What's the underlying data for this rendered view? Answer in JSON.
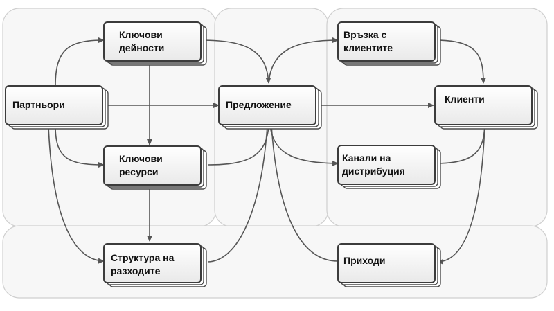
{
  "diagram": {
    "nodes": {
      "partners": {
        "lines": [
          "Партньори"
        ]
      },
      "key_activities": {
        "lines": [
          "Ключови",
          "дейности"
        ]
      },
      "key_resources": {
        "lines": [
          "Ключови",
          "ресурси"
        ]
      },
      "cost_structure": {
        "lines": [
          "Структура на",
          "разходите"
        ]
      },
      "value_proposition": {
        "lines": [
          "Предложение"
        ]
      },
      "customer_relationships": {
        "lines": [
          "Връзка с",
          "клиентите"
        ]
      },
      "channels": {
        "lines": [
          "Канали на",
          "дистрибуция"
        ]
      },
      "customer_segments": {
        "lines": [
          "Клиенти"
        ]
      },
      "revenue_streams": {
        "lines": [
          "Приходи"
        ]
      }
    },
    "edges": [
      [
        "partners",
        "key_activities"
      ],
      [
        "partners",
        "key_resources"
      ],
      [
        "partners",
        "cost_structure"
      ],
      [
        "partners",
        "value_proposition"
      ],
      [
        "key_activities",
        "key_resources"
      ],
      [
        "key_activities",
        "value_proposition"
      ],
      [
        "key_resources",
        "cost_structure"
      ],
      [
        "key_resources",
        "value_proposition"
      ],
      [
        "value_proposition",
        "customer_relationships"
      ],
      [
        "value_proposition",
        "channels"
      ],
      [
        "value_proposition",
        "customer_segments"
      ],
      [
        "value_proposition",
        "cost_structure"
      ],
      [
        "value_proposition",
        "revenue_streams"
      ],
      [
        "customer_relationships",
        "customer_segments"
      ],
      [
        "channels",
        "customer_segments"
      ],
      [
        "customer_segments",
        "revenue_streams"
      ]
    ]
  }
}
